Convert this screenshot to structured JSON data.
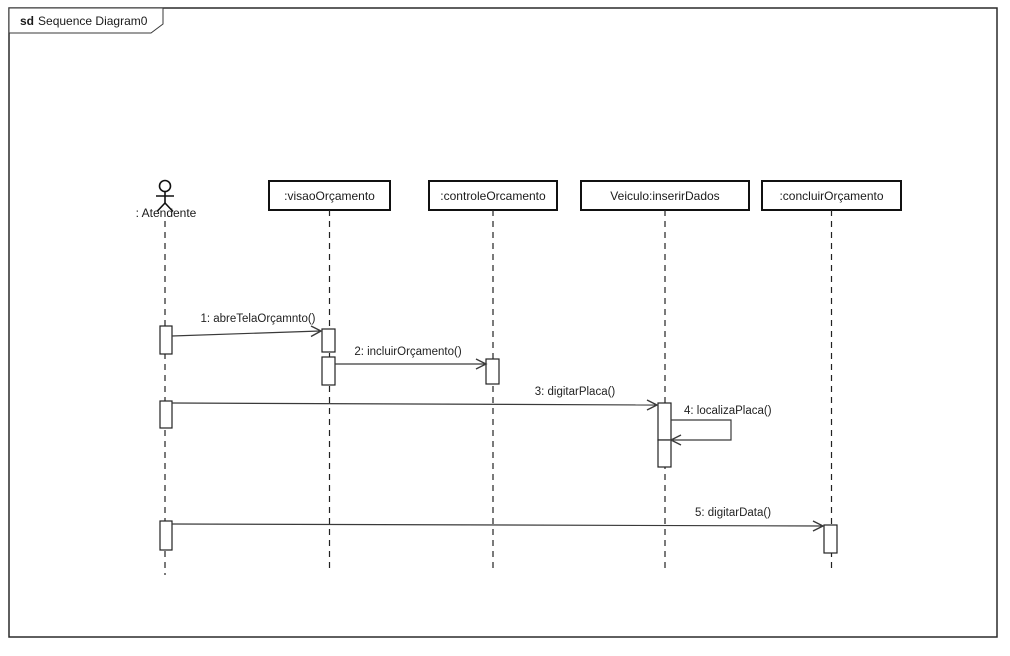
{
  "frame": {
    "keyword": "sd",
    "title": "Sequence Diagram0"
  },
  "actor": {
    "label": ": Atendente"
  },
  "lifelines": [
    {
      "label": ":visaoOrçamento"
    },
    {
      "label": ":controleOrcamento"
    },
    {
      "label": "Veiculo:inserirDados"
    },
    {
      "label": ":concluirOrçamento"
    }
  ],
  "messages": [
    {
      "label": "1: abreTelaOrçamnto()",
      "from": ": Atendente",
      "to": ":visaoOrçamento"
    },
    {
      "label": "2: incluirOrçamento()",
      "from": ":visaoOrçamento",
      "to": ":controleOrcamento"
    },
    {
      "label": "3: digitarPlaca()",
      "from": ": Atendente",
      "to": "Veiculo:inserirDados"
    },
    {
      "label": "4: localizaPlaca()",
      "from": "Veiculo:inserirDados",
      "to": "Veiculo:inserirDados"
    },
    {
      "label": "5: digitarData()",
      "from": ": Atendente",
      "to": ":concluirOrçamento"
    }
  ],
  "colors": {
    "stroke": "#1a1a1a",
    "background": "#ffffff"
  }
}
